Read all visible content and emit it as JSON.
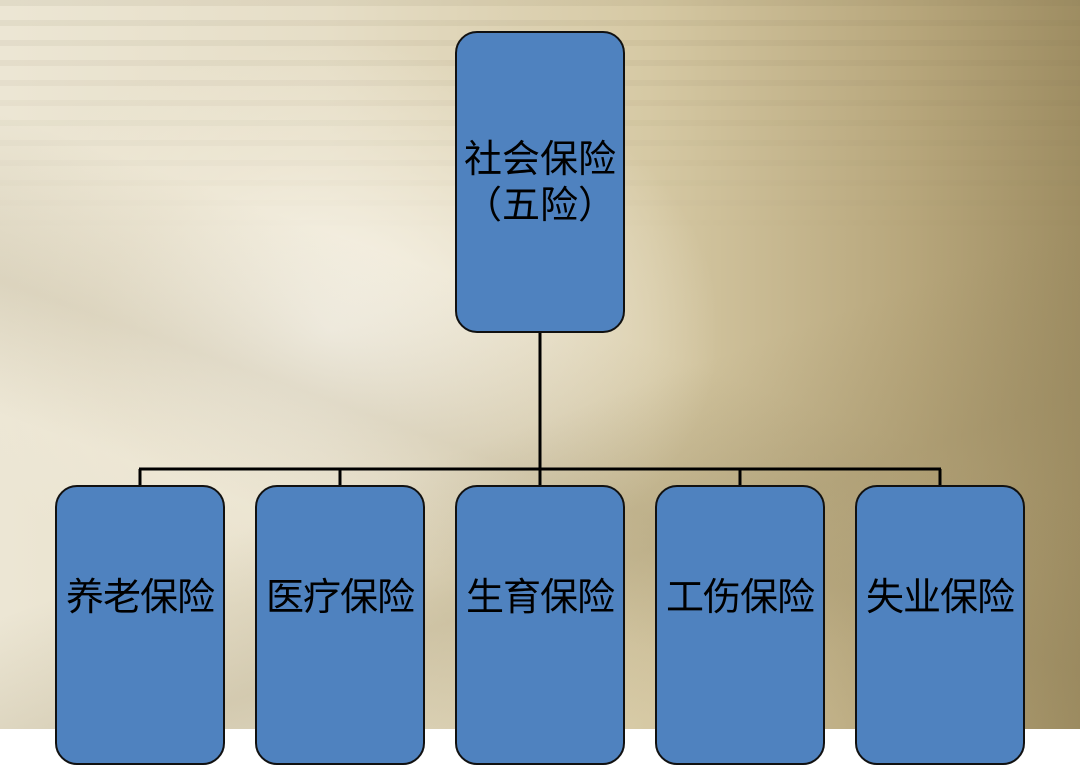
{
  "root": {
    "line1": "社会保险",
    "line2": "（五险）"
  },
  "children": [
    {
      "label": "养老保险"
    },
    {
      "label": "医疗保险"
    },
    {
      "label": "生育保险"
    },
    {
      "label": "工伤保险"
    },
    {
      "label": "失业保险"
    }
  ],
  "colors": {
    "node_fill": "#4f82bf",
    "node_border": "#111111",
    "connector": "#000000"
  }
}
